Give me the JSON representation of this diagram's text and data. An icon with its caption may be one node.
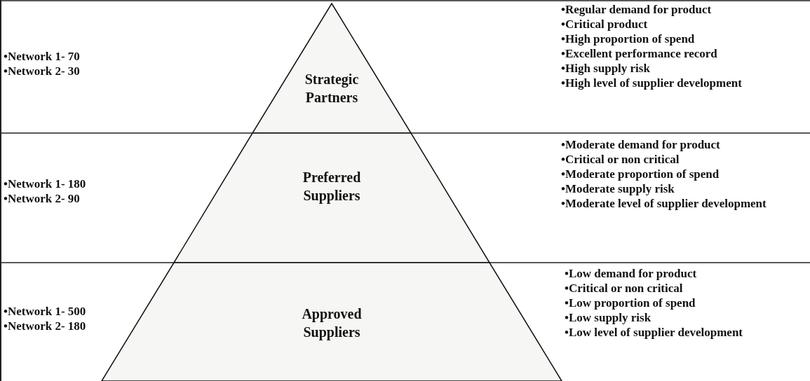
{
  "diagram": {
    "nodes": [
      {
        "text": [
          "Strategic Partners"
        ],
        "beside": [
          "•Network 1- 70",
          "•Network 2- 30",
          "•Regular demand for product",
          "•Critical product",
          "•High proportion of spend",
          "•Excellent performance record",
          "•High supply risk",
          "•High level of supplier development"
        ]
      },
      {
        "text": [
          "Preferred Suppliers"
        ],
        "beside": [
          "•Network 1- 180",
          "•Network 2- 90",
          "•Moderate demand for product",
          "•Critical or non critical",
          "•Moderate proportion of spend",
          "•Moderate supply risk",
          "•Moderate level of supplier development"
        ]
      },
      {
        "text": [
          "Approved Suppliers"
        ],
        "beside": [
          "•Network 1- 500",
          "•Network 2- 180",
          "•Low demand for product",
          "•Critical or non critical",
          "•Low proportion of spend",
          "•Low supply risk",
          "•Low level of supplier development"
        ]
      }
    ],
    "edges": []
  }
}
